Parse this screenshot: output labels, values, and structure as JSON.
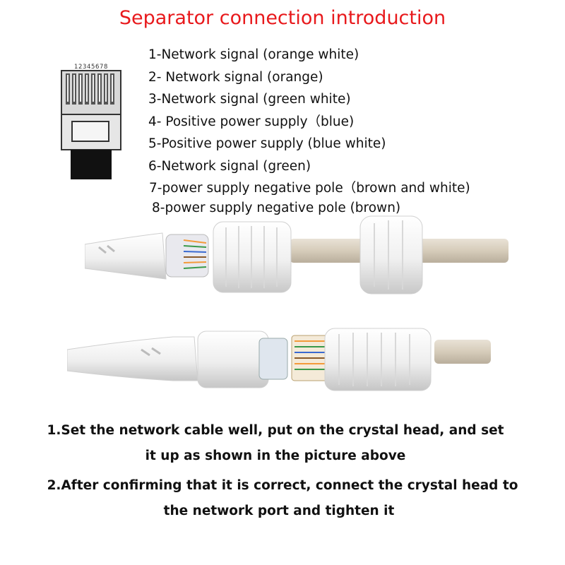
{
  "title": "Separator connection introduction",
  "pin_numbers": "12345678",
  "pins": [
    "1-Network signal (orange white)",
    "2- Network signal (orange)",
    "3-Network signal (green white)",
    "4- Positive power supply（blue)",
    "5-Positive power supply (blue white)",
    "6-Network signal (green)",
    "7-power supply negative pole（brown and white)",
    "8-power supply negative pole (brown)"
  ],
  "steps": [
    {
      "line1": "1.Set the network cable well, put on the crystal head, and set",
      "line2": "it up as shown in the picture above"
    },
    {
      "line1": "2.After confirming that it is correct, connect the crystal head to",
      "line2": "the network port and tighten it"
    }
  ]
}
